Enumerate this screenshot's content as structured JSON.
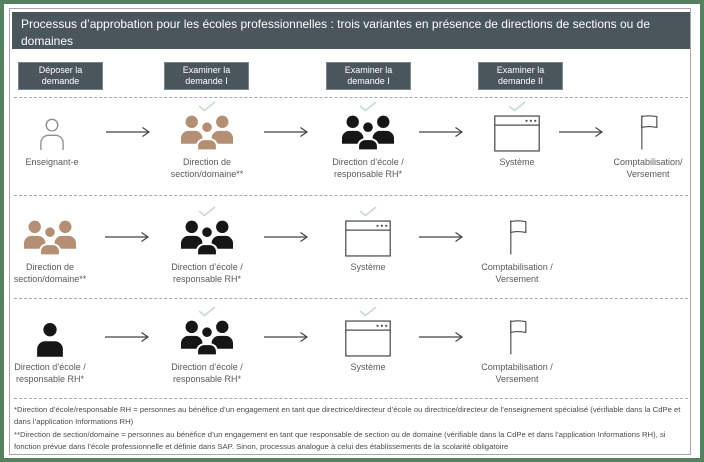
{
  "title": "Processus d’approbation pour les écoles professionnelles : trois variantes en présence de directions de sections ou de domaines",
  "steps": [
    "Déposer la demande",
    "Examiner la demande I",
    "Examiner la demande I",
    "Examiner la demande II"
  ],
  "rows": [
    {
      "nodes": [
        {
          "icon": "person-outline-icon",
          "label": "Enseignant-e",
          "approved": false
        },
        {
          "icon": "people-group-icon",
          "color": "#b48f73",
          "label": "Direction de section/domaine**",
          "approved": true
        },
        {
          "icon": "people-group-icon",
          "color": "#161616",
          "label": "Direction d’école / responsable RH*",
          "approved": true
        },
        {
          "icon": "system-window-icon",
          "label": "Système",
          "approved": true
        },
        {
          "icon": "flag-icon",
          "label": "Comptabilisation/ Versement",
          "approved": false
        }
      ]
    },
    {
      "nodes": [
        {
          "icon": "people-group-icon",
          "color": "#b48f73",
          "label": "Direction de section/domaine**",
          "approved": false
        },
        {
          "icon": "people-group-icon",
          "color": "#161616",
          "label": "Direction d’école / responsable RH*",
          "approved": true
        },
        {
          "icon": "system-window-icon",
          "label": "Système",
          "approved": true
        },
        {
          "icon": "flag-icon",
          "label": "Comptabilisation / Versement",
          "approved": false
        }
      ]
    },
    {
      "nodes": [
        {
          "icon": "person-filled-icon",
          "color": "#161616",
          "label": "Direction d’école / responsable RH*",
          "approved": false
        },
        {
          "icon": "people-group-icon",
          "color": "#161616",
          "label": "Direction d’école / responsable RH*",
          "approved": true
        },
        {
          "icon": "system-window-icon",
          "label": "Système",
          "approved": true
        },
        {
          "icon": "flag-icon",
          "label": "Comptabilisation / Versement",
          "approved": false
        }
      ]
    }
  ],
  "footnotes": [
    "*Direction d’école/responsable RH = personnes au bénéfice d’un engagement en tant que directrice/directeur d’école ou directrice/directeur de l’enseignement spécialisé (vérifiable dans la CdPe et dans l’application Informations RH)",
    "**Direction de section/domaine = personnes au bénéfice d’un engagement en tant que responsable de section ou de domaine (vérifiable dans la CdPe et dans l’application Informations RH), si fonction prévue dans l’école professionnelle et définie dans SAP. Sinon, processus analogue à celui des établissements de la scolarité obligatoire",
    ""
  ],
  "icons": {
    "person-outline-icon": "outlined single person (applicant)",
    "person-filled-icon": "filled single person",
    "people-group-icon": "filled group of three people",
    "system-window-icon": "outlined application window with three dots",
    "flag-icon": "outlined finish flag on pole",
    "check-icon": "pale green approval checkmark",
    "arrow-right-icon": "thin right arrow connector"
  },
  "colors": {
    "frame_green": "#54815e",
    "header_slate": "#4a555c",
    "person_brown": "#b48f73",
    "person_black": "#161616",
    "check_green": "#c7dec7",
    "label_gray": "#5a5a5a"
  }
}
